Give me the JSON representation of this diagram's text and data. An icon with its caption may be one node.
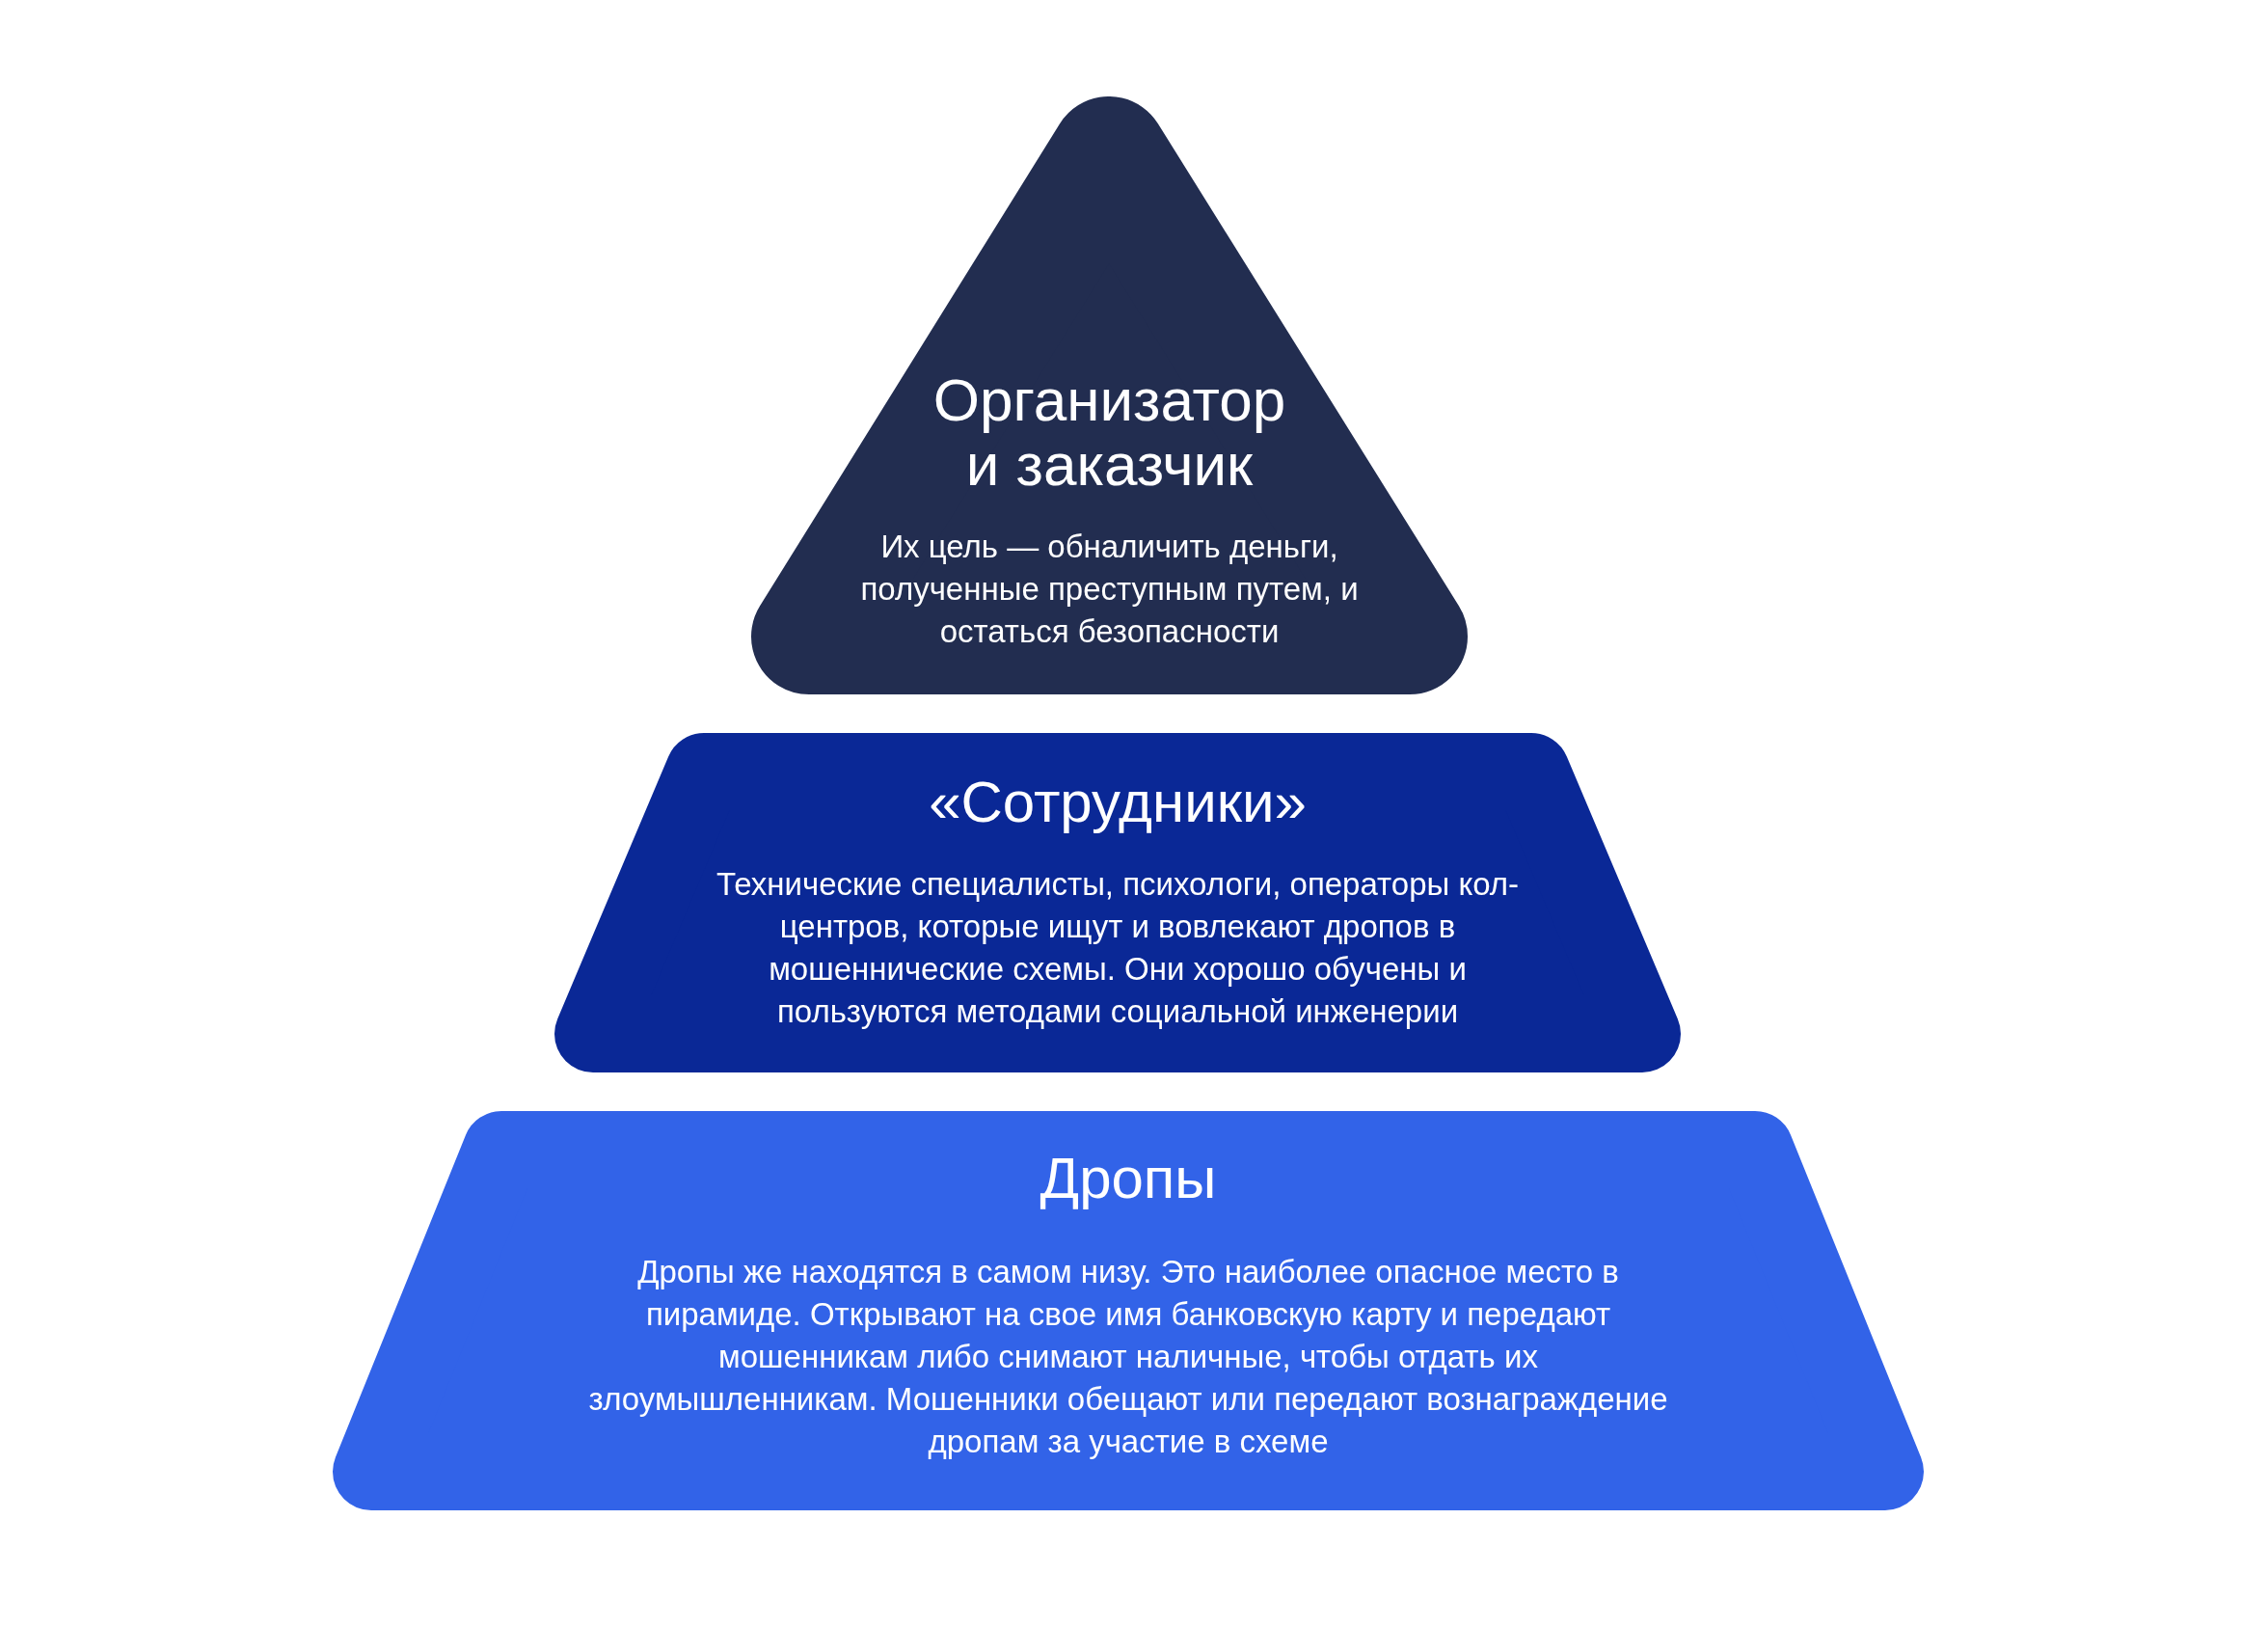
{
  "diagram": {
    "nodes": [
      {
        "text": [
          "Организатор и заказчик",
          "Их цель — обналичить деньги, полученные преступным путем, и остаться безопасности"
        ]
      },
      {
        "text": [
          "«Сотрудники»",
          "Технические специалисты, психологи, операторы кол-центров, которые ищут и вовлекают дропов в мошеннические схемы. Они хорошо обучены и пользуются методами социальной инженерии"
        ]
      },
      {
        "text": [
          "Дропы",
          "Дропы же находятся в самом низу. Это наиболее опасное место в пирамиде. Открывают на свое имя банковскую карту и передают мошенникам либо снимают наличные, чтобы отдать их злоумышленникам. Мошенники обещают или передают вознаграждение дропам за участие в схеме"
        ]
      }
    ]
  }
}
